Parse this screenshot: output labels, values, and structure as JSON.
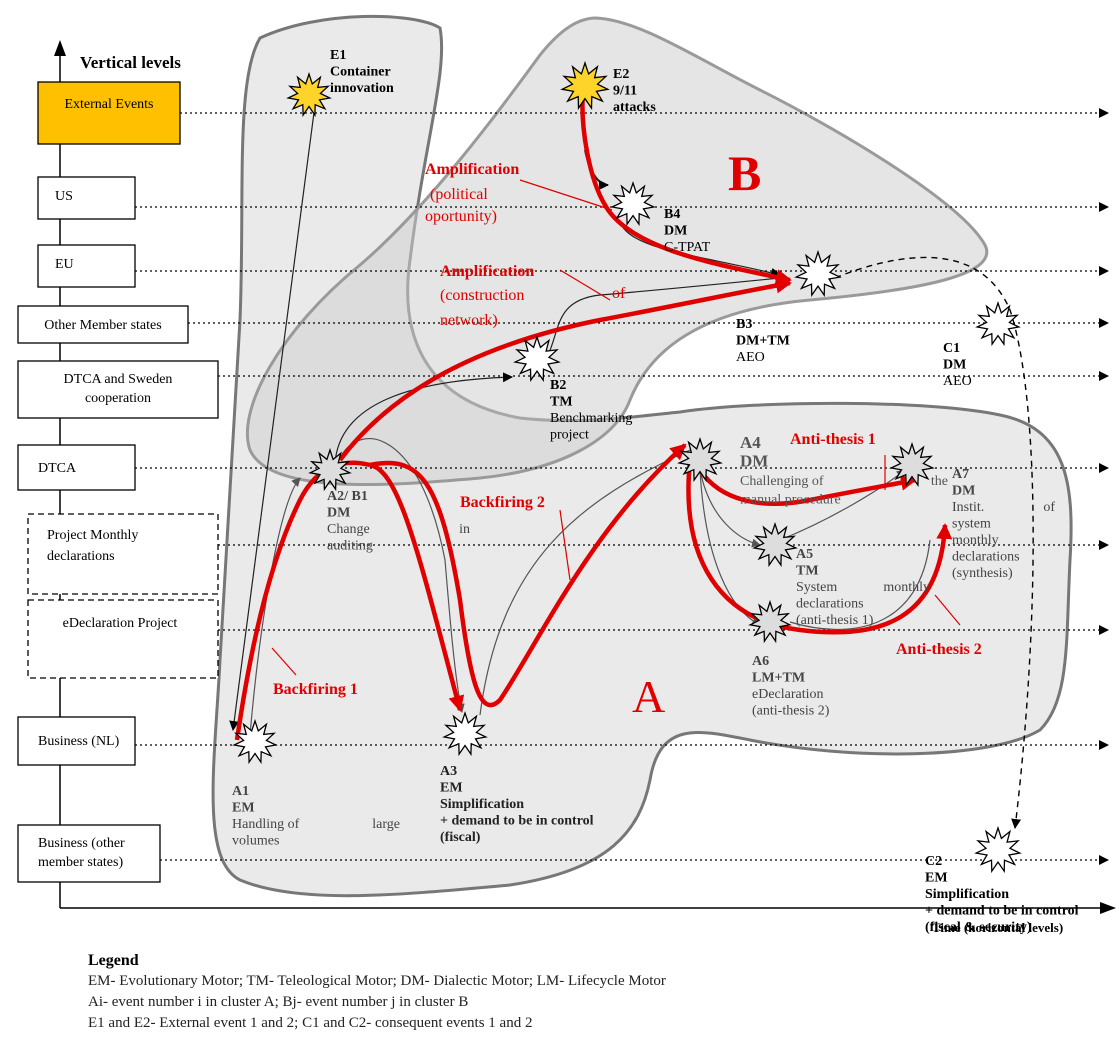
{
  "axis": {
    "vertical_title": "Vertical levels",
    "horizontal_title": "Time (horizontal levels)"
  },
  "levels": [
    {
      "id": "external",
      "lines": [
        "External Events"
      ],
      "fill": "#ffc000",
      "dashed": false
    },
    {
      "id": "us",
      "lines": [
        "US"
      ],
      "fill": "#ffffff",
      "dashed": false
    },
    {
      "id": "eu",
      "lines": [
        "EU"
      ],
      "fill": "#ffffff",
      "dashed": false
    },
    {
      "id": "other-ms",
      "lines": [
        "Other Member states"
      ],
      "fill": "#ffffff",
      "dashed": false
    },
    {
      "id": "dtca-sweden",
      "lines": [
        "DTCA and Sweden",
        "cooperation"
      ],
      "fill": "#ffffff",
      "dashed": false
    },
    {
      "id": "dtca",
      "lines": [
        "DTCA"
      ],
      "fill": "#ffffff",
      "dashed": false
    },
    {
      "id": "project-monthly",
      "lines": [
        "Project Monthly",
        "declarations"
      ],
      "fill": "#ffffff",
      "dashed": true
    },
    {
      "id": "edeclaration",
      "lines": [
        "eDeclaration Project"
      ],
      "fill": "#ffffff",
      "dashed": true
    },
    {
      "id": "business-nl",
      "lines": [
        "Business (NL)"
      ],
      "fill": "#ffffff",
      "dashed": false
    },
    {
      "id": "business-other",
      "lines": [
        "Business (other",
        "member states)"
      ],
      "fill": "#ffffff",
      "dashed": false
    }
  ],
  "clusters": {
    "a": "A",
    "b": "B"
  },
  "events": {
    "e1": [
      "E1",
      "Container",
      "innovation"
    ],
    "e2": [
      "E2",
      "9/11",
      "attacks"
    ],
    "b4": [
      "B4",
      "DM",
      "C-TPAT"
    ],
    "b3": [
      "B3",
      "DM+TM",
      "AEO"
    ],
    "b2": [
      "B2",
      "TM",
      "Benchmarking",
      "project"
    ],
    "c1": [
      "C1",
      "DM",
      "AEO"
    ],
    "a2": [
      "A2/ B1",
      "DM",
      "Change in",
      "auditing"
    ],
    "a4": [
      "A4",
      "DM",
      "Challenging of the",
      "manual procedure"
    ],
    "a5": [
      "A5",
      "TM",
      "System monthly",
      "declarations",
      "(anti-thesis 1)"
    ],
    "a6": [
      "A6",
      "LM+TM",
      "eDeclaration",
      "(anti-thesis 2)"
    ],
    "a7": [
      "A7",
      "DM",
      "Instit. of",
      "system",
      "monthly",
      "declarations",
      "(synthesis)"
    ],
    "a1": [
      "A1",
      "EM",
      "Handling of large",
      "volumes"
    ],
    "a3": [
      "A3",
      "EM",
      "Simplification",
      "+ demand to be in control",
      "(fiscal)"
    ],
    "c2": [
      "C2",
      "EM",
      "Simplification",
      "+ demand to be in control",
      "(fiscal & security)"
    ]
  },
  "annotations": {
    "amp1_title": "Amplification",
    "amp1_l1": "(political",
    "amp1_l2": "oportunity)",
    "amp2_title": "Amplification",
    "amp2_of": "of",
    "amp2_l1": "(construction",
    "amp2_l2": "network)",
    "backfiring1": "Backfiring 1",
    "backfiring2": "Backfiring 2",
    "antithesis1": "Anti-thesis 1",
    "antithesis2": "Anti-thesis 2"
  },
  "legend": {
    "title": "Legend",
    "lines": [
      "EM- Evolutionary Motor; TM- Teleological Motor; DM- Dialectic Motor; LM- Lifecycle Motor",
      "Ai- event number i in cluster A; Bj- event number j in cluster B",
      "E1 and E2- External event 1 and 2; C1 and C2- consequent events 1 and 2"
    ]
  },
  "colors": {
    "highlight": "#ffc000",
    "cluster_fill": "#e6e6e6",
    "cluster_stroke": "#777777",
    "annotation_red": "#e00000"
  }
}
